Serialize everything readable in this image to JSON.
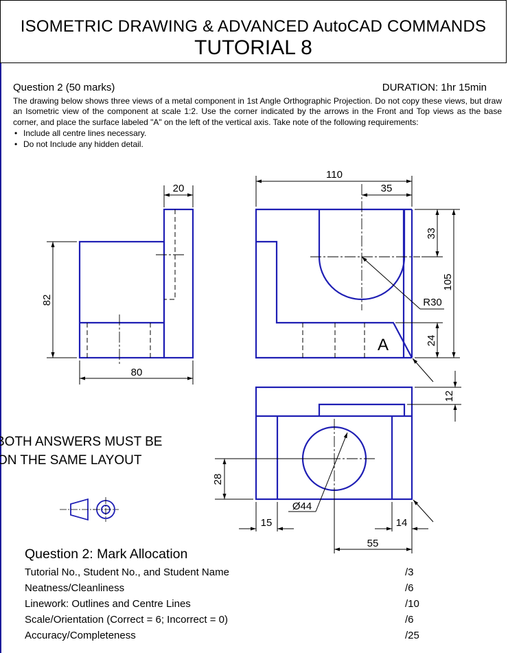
{
  "header": {
    "title": "ISOMETRIC DRAWING & ADVANCED AutoCAD COMMANDS",
    "subtitle": "TUTORIAL 8"
  },
  "question": {
    "label": "Question 2 (50 marks)",
    "duration": "DURATION: 1hr 15min",
    "description": "The drawing below shows three views of a metal component in 1st Angle Orthographic Projection. Do not copy these views, but draw an Isometric view of the component at scale 1:2. Use the corner indicated by the arrows in the Front and Top views as the base corner, and place the surface labeled \"A\" on the left of the vertical axis. Take note of the following requirements:",
    "requirements": [
      "Include all centre lines necessary.",
      "Do not Include any hidden detail."
    ]
  },
  "drawing": {
    "dimensions": {
      "side_top_width": "20",
      "side_height": "82",
      "side_width": "80",
      "front_width": "110",
      "front_slot_offset": "35",
      "front_slot_depth": "33",
      "front_height": "105",
      "front_radius": "R30",
      "front_base_height": "24",
      "top_step": "12",
      "top_hole_offset": "28",
      "top_hole_diameter": "Ø44",
      "top_left_wall": "15",
      "top_right_wall": "14",
      "top_hole_position": "55"
    },
    "surface_label": "A",
    "line_color": "#1f1fb4"
  },
  "note": {
    "line1": "BOTH ANSWERS MUST BE",
    "line2": "ON THE SAME LAYOUT"
  },
  "allocation": {
    "title": "Question 2: Mark Allocation",
    "items": [
      {
        "label": "Tutorial No., Student No., and Student Name",
        "mark": "/3"
      },
      {
        "label": "Neatness/Cleanliness",
        "mark": "/6"
      },
      {
        "label": "Linework: Outlines and Centre Lines",
        "mark": "/10"
      },
      {
        "label": "Scale/Orientation (Correct = 6; Incorrect = 0)",
        "mark": "/6"
      },
      {
        "label": "Accuracy/Completeness",
        "mark": "/25"
      }
    ]
  }
}
